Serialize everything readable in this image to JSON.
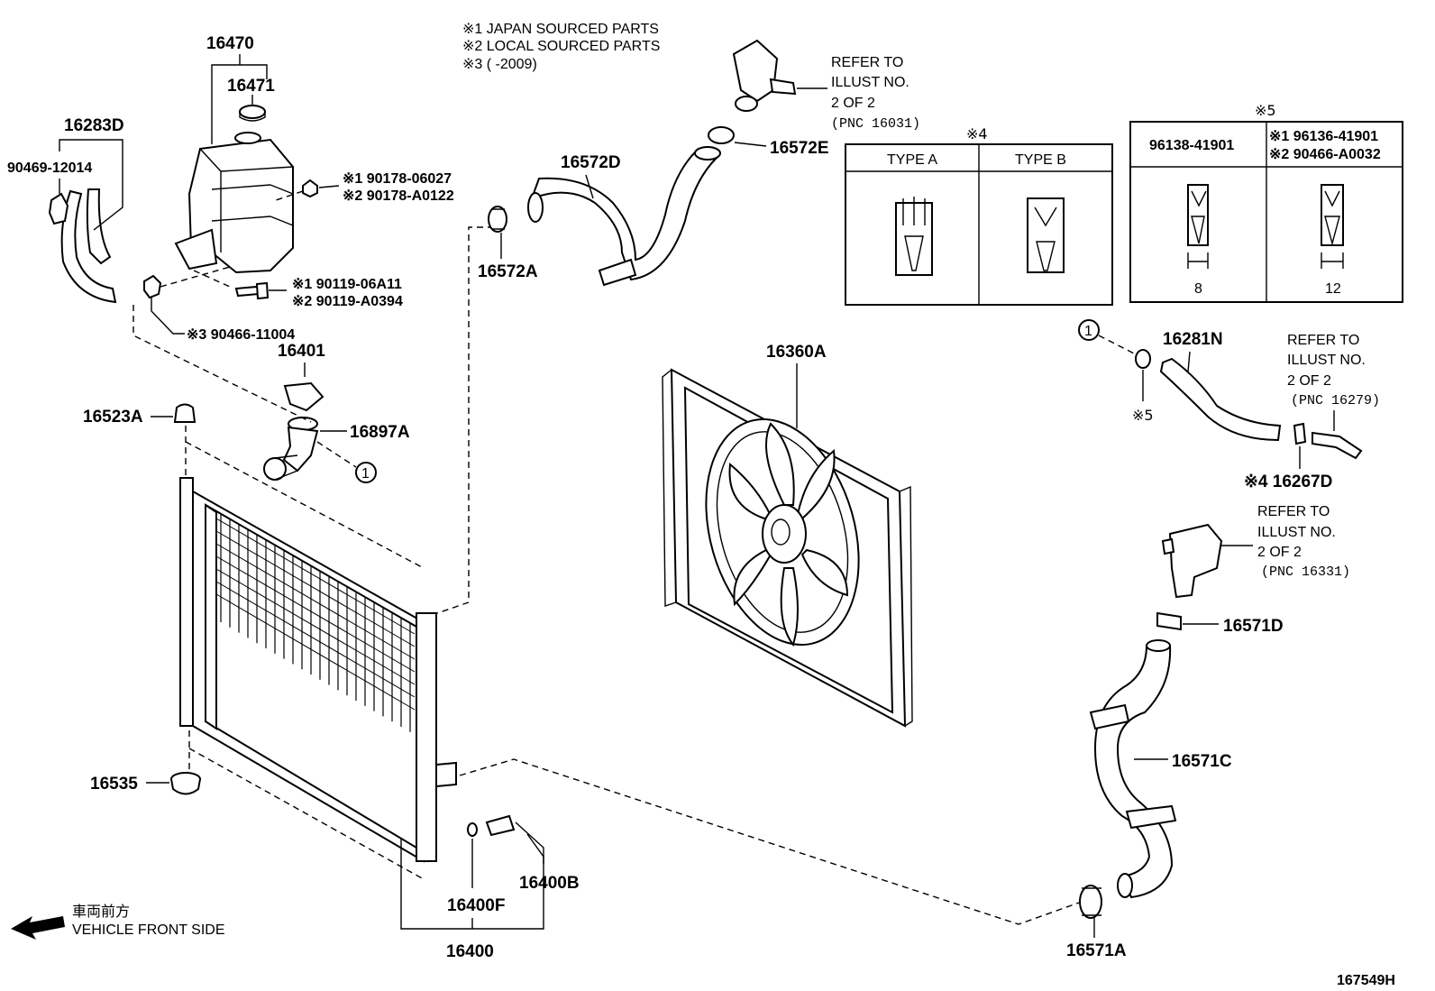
{
  "notes": {
    "n1": "※1  JAPAN SOURCED PARTS",
    "n2": "※2  LOCAL SOURCED PARTS",
    "n3": "※3 (        -2009)"
  },
  "refers": [
    {
      "l1": "REFER TO",
      "l2": "ILLUST NO.",
      "l3": "2 OF 2",
      "l4": "(PNC 16031)"
    },
    {
      "l1": "REFER TO",
      "l2": "ILLUST NO.",
      "l3": "2 OF 2",
      "l4": "(PNC 16279)"
    },
    {
      "l1": "REFER TO",
      "l2": "ILLUST NO.",
      "l3": "2 OF 2",
      "l4": "(PNC 16331)"
    }
  ],
  "parts": {
    "p16470": "16470",
    "p16471": "16471",
    "p16283D": "16283D",
    "p90469": "90469-12014",
    "p90178a": "※1 90178-06027",
    "p90178b": "※2 90178-A0122",
    "p90119a": "※1 90119-06A11",
    "p90119b": "※2 90119-A0394",
    "p90466": "※3 90466-11004",
    "p16401": "16401",
    "p16897A": "16897A",
    "p16523A": "16523A",
    "p16572A": "16572A",
    "p16572D": "16572D",
    "p16572E": "16572E",
    "p16360A": "16360A",
    "p16281N": "16281N",
    "p16267D": "※4 16267D",
    "p5mark": "※5",
    "p16571D": "16571D",
    "p16571C": "16571C",
    "p16571A": "16571A",
    "p16535": "16535",
    "p16400F": "16400F",
    "p16400B": "16400B",
    "p16400": "16400",
    "circle1": "1",
    "circle1b": "1"
  },
  "table4": {
    "title": "※4",
    "col_a": "TYPE A",
    "col_b": "TYPE B"
  },
  "table5": {
    "title": "※5",
    "col_left": "96138-41901",
    "col_right_1": "※1  96136-41901",
    "col_right_2": "※2  90466-A0032",
    "dim_left": "8",
    "dim_right": "12"
  },
  "direction": {
    "jp": "車両前方",
    "en": "VEHICLE FRONT SIDE"
  },
  "illustration_id": "167549H"
}
